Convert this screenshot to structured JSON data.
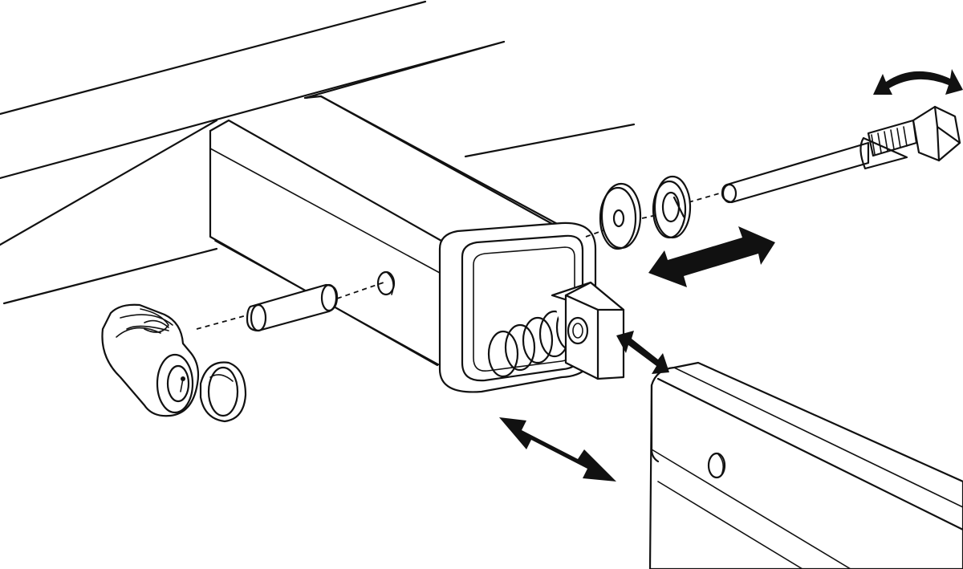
{
  "figure": {
    "kind": "exploded assembly illustration",
    "line_color": "#111111",
    "background": "#ffffff",
    "parts": [
      "vehicle-frame",
      "hitch-receiver-tube",
      "spring",
      "threaded-block",
      "hitch-pin",
      "lock",
      "flat-washer",
      "lock-washer",
      "bolt",
      "insert-tube"
    ],
    "icons": [
      "double-arrow-icon",
      "rotate-arrow-icon"
    ]
  }
}
